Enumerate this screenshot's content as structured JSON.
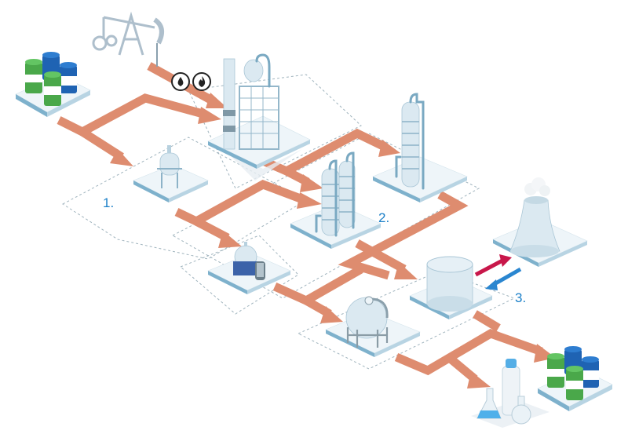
{
  "diagram": {
    "type": "isometric-process-flow",
    "stages": [
      {
        "id": "stage-1",
        "label": "1."
      },
      {
        "id": "stage-2",
        "label": "2."
      },
      {
        "id": "stage-3",
        "label": "3."
      }
    ],
    "nodes": [
      {
        "id": "bio-barrels-input",
        "name": "Bio-feedstock barrels (green leaf / blue)"
      },
      {
        "id": "oil-pumpjack",
        "name": "Oil pumpjack"
      },
      {
        "id": "refinery-tower",
        "name": "Refinery / cracker with chimney"
      },
      {
        "id": "reactor-vessel",
        "name": "Reactor vessel"
      },
      {
        "id": "twin-distillation-columns",
        "name": "Twin distillation columns"
      },
      {
        "id": "single-distillation-column",
        "name": "Distillation column"
      },
      {
        "id": "separator-unit",
        "name": "Separator unit"
      },
      {
        "id": "spherical-tank",
        "name": "Spherical storage tank"
      },
      {
        "id": "storage-tank",
        "name": "Cylindrical storage tank"
      },
      {
        "id": "cooling-tower",
        "name": "Cooling tower"
      },
      {
        "id": "chemical-products",
        "name": "Lab flasks and bottle"
      },
      {
        "id": "bio-barrels-output",
        "name": "Bio-product barrels"
      }
    ],
    "input_icons": [
      {
        "id": "oil-drop",
        "glyph": "drop"
      },
      {
        "id": "gas-flame",
        "glyph": "flame"
      }
    ],
    "colors": {
      "flow_arrow": "#de8c6f",
      "stage_label": "#1a7fc8",
      "hot_stream": "#c8174a",
      "cold_stream": "#2a86d0",
      "barrel_green": "#4aa84a",
      "barrel_blue": "#1f63b3"
    }
  }
}
